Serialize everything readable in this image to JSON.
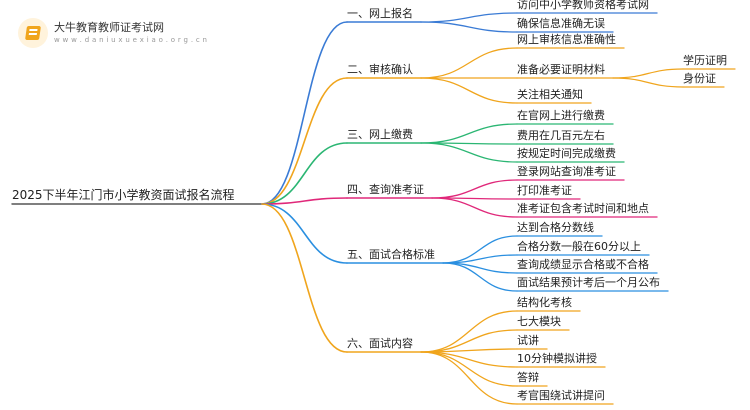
{
  "brand": {
    "name": "大牛教育教师证考试网",
    "url": "w w w . d a n i u x u e x i a o . o r g . c n",
    "icon": "book-logo-icon"
  },
  "root": "2025下半年江门市小学教资面试报名流程",
  "branches": [
    {
      "label": "一、网上报名",
      "color": "#3a7bd5",
      "children": [
        {
          "label": "访问中小学教师资格考试网"
        },
        {
          "label": "确保信息准确无误"
        }
      ]
    },
    {
      "label": "二、审核确认",
      "color": "#f0a51d",
      "children": [
        {
          "label": "网上审核信息准确性"
        },
        {
          "label": "准备必要证明材料",
          "children": [
            {
              "label": "学历证明"
            },
            {
              "label": "身份证"
            }
          ]
        },
        {
          "label": "关注相关通知"
        }
      ]
    },
    {
      "label": "三、网上缴费",
      "color": "#2bb673",
      "children": [
        {
          "label": "在官网上进行缴费"
        },
        {
          "label": "费用在几百元左右"
        },
        {
          "label": "按规定时间完成缴费"
        }
      ]
    },
    {
      "label": "四、查询准考证",
      "color": "#e0287a",
      "children": [
        {
          "label": "登录网站查询准考证"
        },
        {
          "label": "打印准考证"
        },
        {
          "label": "准考证包含考试时间和地点"
        }
      ]
    },
    {
      "label": "五、面试合格标准",
      "color": "#2a8fe0",
      "children": [
        {
          "label": "达到合格分数线"
        },
        {
          "label": "合格分数一般在60分以上"
        },
        {
          "label": "查询成绩显示合格或不合格"
        },
        {
          "label": "面试结果预计考后一个月公布"
        }
      ]
    },
    {
      "label": "六、面试内容",
      "color": "#f0a51d",
      "children": [
        {
          "label": "结构化考核"
        },
        {
          "label": "七大模块"
        },
        {
          "label": "试讲"
        },
        {
          "label": "10分钟模拟讲授"
        },
        {
          "label": "答辩"
        },
        {
          "label": "考官围绕试讲提问"
        }
      ]
    }
  ]
}
